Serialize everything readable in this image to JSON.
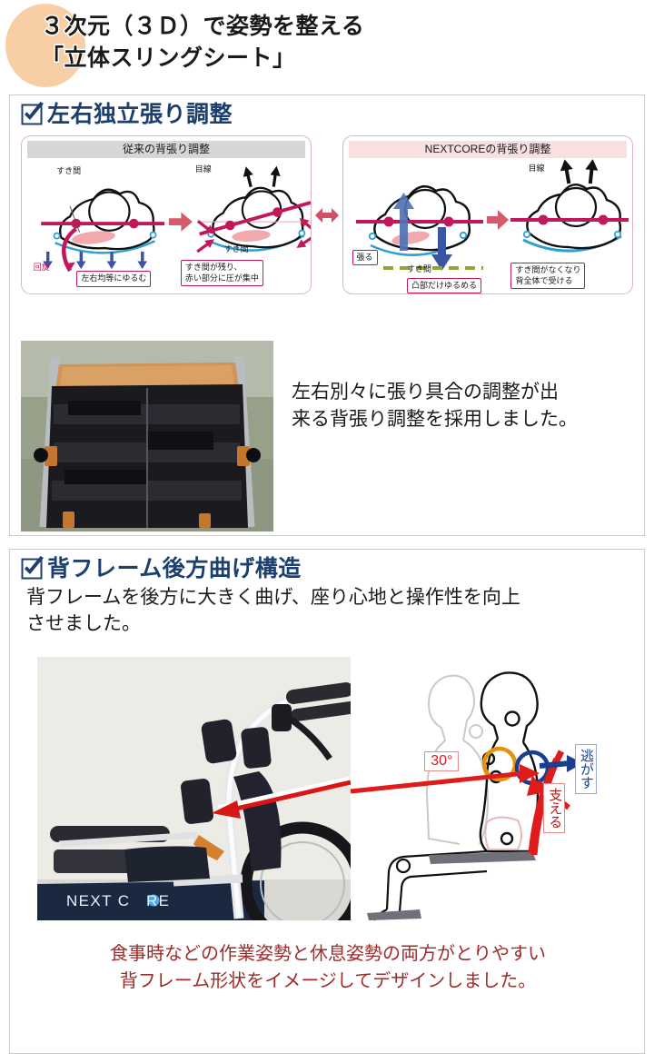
{
  "title": {
    "line1": "３次元（３Ｄ）で姿勢を整える",
    "line2": "「立体スリングシート」"
  },
  "sections": [
    {
      "id": "independent-tension",
      "heading": "左右独立張り調整",
      "icon": "checkbox-check-icon",
      "comparison": {
        "left_panel": {
          "header": "従来の背張り調整",
          "labels": {
            "gap": "すき間",
            "rotation": "回旋",
            "result": "左右均等にゆるむ",
            "eye_line": "目線",
            "gap2": "すき間",
            "result2_line1": "すき間が残り、",
            "result2_line2": "赤い部分に圧が集中"
          }
        },
        "middle_icon": "double-arrow-icon",
        "right_panel": {
          "header": "NEXTCOREの背張り調整",
          "labels": {
            "tension": "張る",
            "gap": "すき間",
            "result": "凸部だけゆるめる",
            "eye_line": "目線",
            "result2_line1": "すき間がなくなり",
            "result2_line2": "背全体で受ける"
          }
        }
      },
      "photo_alt": "wheelchair-backrest-photo",
      "caption_line1": "左右別々に張り具合の調整が出",
      "caption_line2": "来る背張り調整を採用しました。"
    },
    {
      "id": "rear-bent-frame",
      "heading": "背フレーム後方曲げ構造",
      "icon": "checkbox-check-icon",
      "description_line1": "背フレームを後方に大きく曲げ、座り心地と操作性を向上",
      "description_line2": "させました。",
      "photo_alt": "wheelchair-frame-photo",
      "photo_logo": "NEXT CORE",
      "diagram_labels": {
        "angle": "30°",
        "release": "逃がす",
        "support": "支える"
      },
      "caption_line1": "食事時などの作業姿勢と休息姿勢の両方がとりやすい",
      "caption_line2": "背フレーム形状をイメージしてデザインしました。"
    }
  ],
  "colors": {
    "title_circle": "#f8cfa5",
    "heading_navy": "#1d3f6e",
    "panel_border_pink": "#e3b4bd",
    "left_header_gray": "#d6d6d6",
    "right_header_pink": "#f8dfe0",
    "accent_crimson": "#c2185b",
    "caption_red": "#9e2b2b",
    "arrow_blue": "#2c4f9e",
    "arrow_red": "#e01b1b",
    "circle_orange": "#e8900c"
  }
}
